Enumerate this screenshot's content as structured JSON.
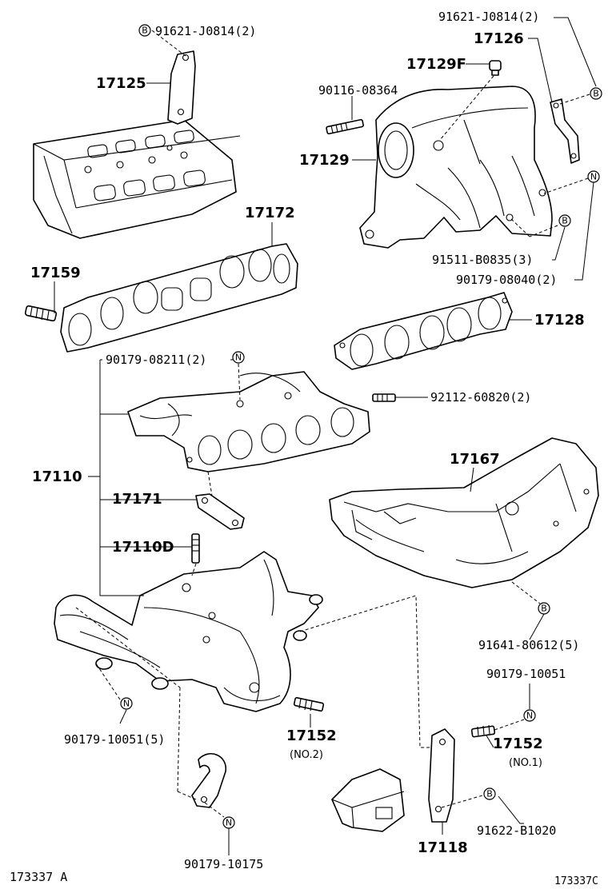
{
  "parts": {
    "p17125": "17125",
    "p17126": "17126",
    "p17129F": "17129F",
    "p17129": "17129",
    "p17172": "17172",
    "p17159": "17159",
    "p17128": "17128",
    "p17110": "17110",
    "p17171": "17171",
    "p17110D": "17110D",
    "p17167": "17167",
    "p17152a": "17152",
    "p17152b": "17152",
    "p17118": "17118"
  },
  "bolts": {
    "b91621_left": "91621-J0814(2)",
    "b91621_right": "91621-J0814(2)",
    "b90116": "90116-08364",
    "b91511": "91511-B0835(3)",
    "b90179_08040": "90179-08040(2)",
    "b90179_08211": "90179-08211(2)",
    "b92112": "92112-60820(2)",
    "b91641": "91641-80612(5)",
    "b90179_10051_right": "90179-10051",
    "b90179_10051_left": "90179-10051(5)",
    "b91622": "91622-B1020",
    "b90179_10175": "90179-10175"
  },
  "notes": {
    "no2": "(NO.2)",
    "no1": "(NO.1)"
  },
  "markers": {
    "b": "B",
    "n": "N"
  },
  "codes": {
    "left": "173337 A",
    "right": "173337C"
  }
}
